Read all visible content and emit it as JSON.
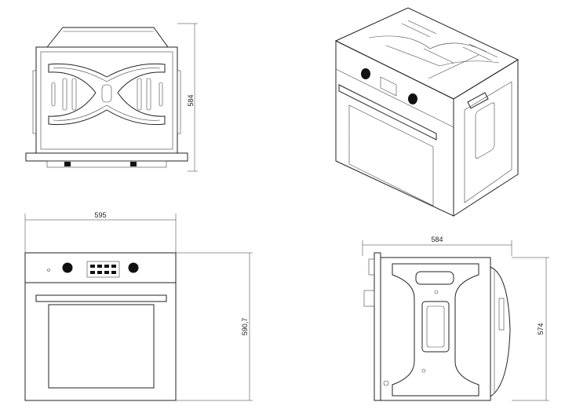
{
  "views": {
    "top": {
      "height_label": "584"
    },
    "front": {
      "width_label": "595",
      "height_label": "590,7"
    },
    "side": {
      "depth_label": "584",
      "height_label": "574"
    },
    "isometric": {}
  }
}
